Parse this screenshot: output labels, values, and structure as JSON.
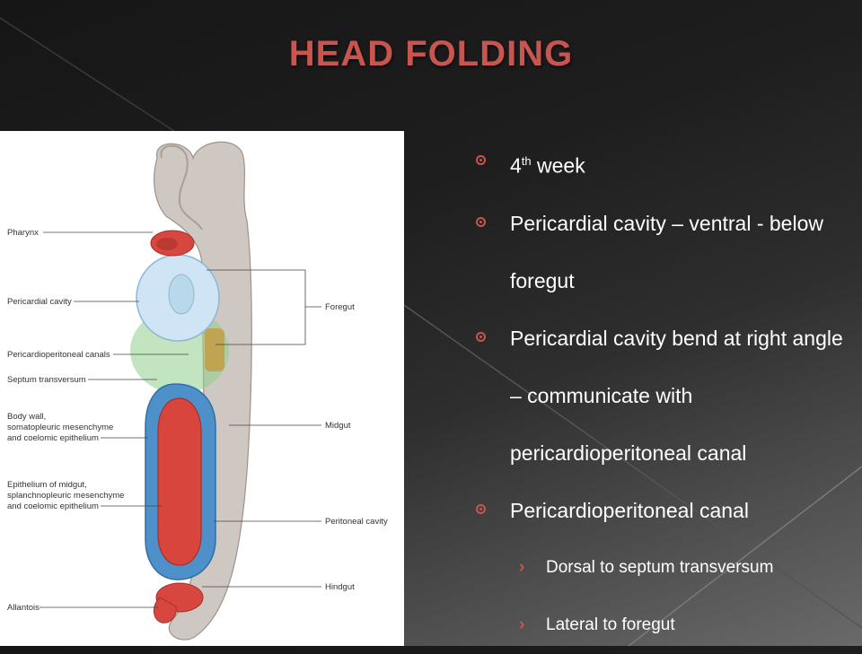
{
  "slide": {
    "title": "HEAD FOLDING",
    "accent_color": "#c8554f",
    "bullet_icon": "radio-circle-icon",
    "subbullet_icon": "chevron-right-icon"
  },
  "bullets": [
    {
      "text_main": "4",
      "text_sup": "th",
      "text_rest": " week"
    },
    {
      "text": "Pericardial cavity – ventral - below foregut"
    },
    {
      "text": "Pericardial cavity bend at right angle – communicate with pericardioperitoneal canal"
    },
    {
      "text": "Pericardioperitoneal canal",
      "sub": [
        {
          "text": "Dorsal to septum transversum"
        },
        {
          "text": "Lateral to foregut"
        }
      ]
    }
  ],
  "diagram": {
    "labels": {
      "pharynx": "Pharynx",
      "pericardial_cavity": "Pericardial cavity",
      "pericardioperitoneal_canals": "Pericardioperitoneal canals",
      "septum_transversum": "Septum transversum",
      "body_wall_1": "Body wall,",
      "body_wall_2": "somatopleuric mesenchyme",
      "body_wall_3": "and coelomic epithelium",
      "epithelium_1": "Epithelium of midgut,",
      "epithelium_2": "splanchnopleuric mesenchyme",
      "epithelium_3": "and coelomic epithelium",
      "allantois": "Allantois",
      "foregut": "Foregut",
      "midgut": "Midgut",
      "peritoneal_cavity": "Peritoneal cavity",
      "hindgut": "Hindgut"
    }
  }
}
